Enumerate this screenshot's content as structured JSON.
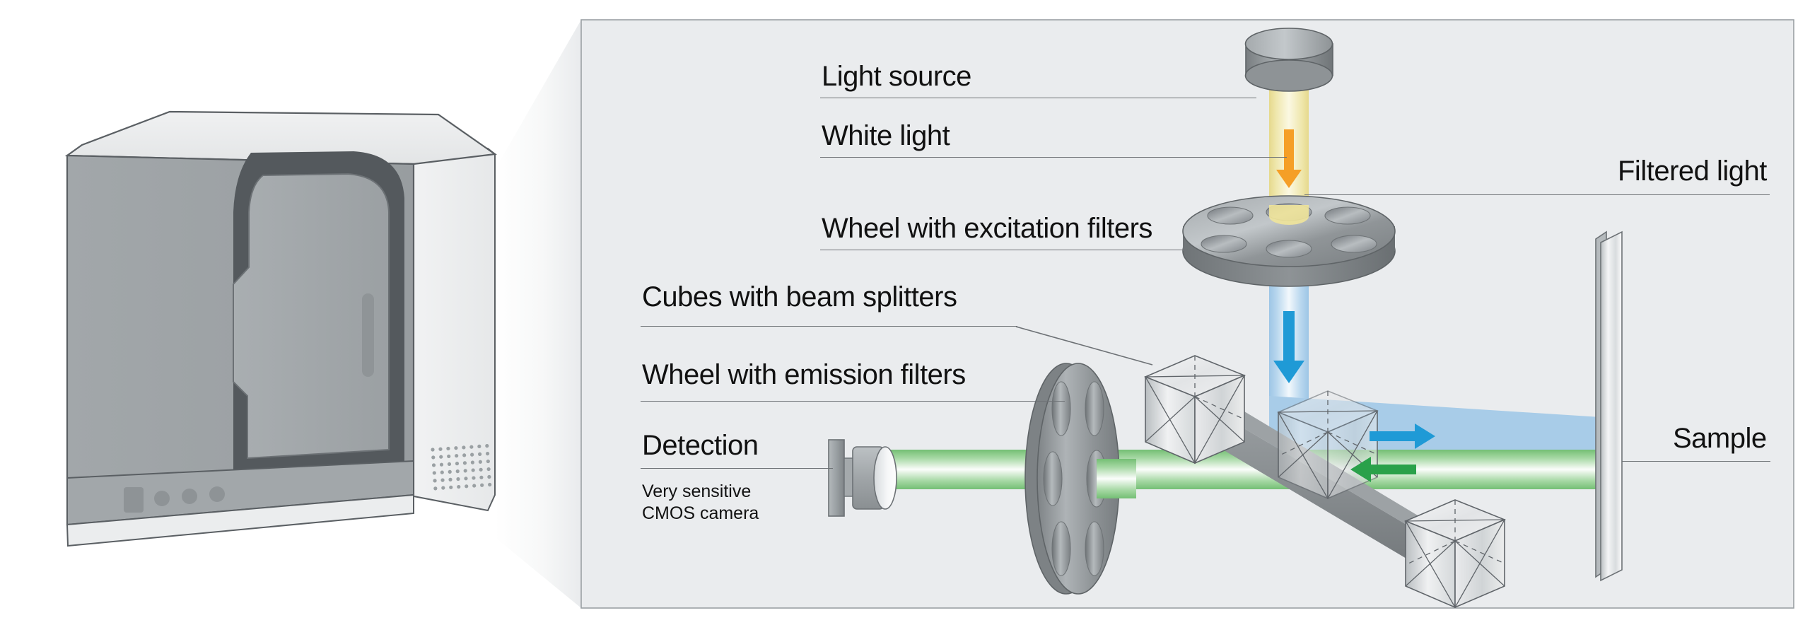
{
  "figure": {
    "type": "optical-path-diagram",
    "subject": "Benchtop fluorescence imaging system and its internal light path"
  },
  "panel": {
    "background": "#eaecee",
    "border_color": "#9aa0a4",
    "callout_shape": "wedge"
  },
  "instrument": {
    "name": "benchtop-fluorescence-imager",
    "body_color": "#9a9fa2",
    "door_color": "#a8adb0",
    "shadow_color": "#53585c",
    "indicators": [
      {
        "name": "power-button",
        "shape": "rounded-square"
      },
      {
        "name": "status-led-1",
        "shape": "circle"
      },
      {
        "name": "status-led-2",
        "shape": "circle"
      },
      {
        "name": "status-led-3",
        "shape": "circle"
      }
    ],
    "vent_grid": {
      "rows": 7,
      "cols": 11
    }
  },
  "labels": {
    "light_source": "Light source",
    "white_light": "White light",
    "excitation_wheel": "Wheel with excitation filters",
    "beam_splitters": "Cubes with beam splitters",
    "emission_wheel": "Wheel with emission filters",
    "detection": "Detection",
    "detection_note_line1": "Very sensitive",
    "detection_note_line2": "CMOS camera",
    "filtered_light": "Filtered light",
    "sample": "Sample"
  },
  "components": {
    "light_source": {
      "name": "lamp-housing",
      "shape": "cylinder",
      "color": "#8e9396"
    },
    "excitation_wheel": {
      "name": "excitation-filter-wheel",
      "orientation": "horizontal",
      "holes": 6,
      "color": "#8b9093"
    },
    "emission_wheel": {
      "name": "emission-filter-wheel",
      "orientation": "vertical",
      "holes": 6,
      "color": "#8b9093"
    },
    "beam_splitter_cubes": {
      "name": "beam-splitter-cube",
      "count": 3,
      "style": "isometric-glass"
    },
    "rail": {
      "name": "optical-rail",
      "color": "#8d9295"
    },
    "camera": {
      "name": "cmos-camera",
      "color": "#9ea3a6"
    },
    "sample": {
      "name": "sample-slide",
      "color": "#d8dbdd"
    }
  },
  "beams": [
    {
      "name": "white-light-beam",
      "color": "#efe49a",
      "core": "#fdfbe8",
      "direction": "down",
      "arrow_color": "#f59f27"
    },
    {
      "name": "filtered-excitation-beam",
      "color": "#a8cce8",
      "core": "#ffffff",
      "direction": "down",
      "arrow_color": "#1f9ad6"
    },
    {
      "name": "excitation-to-sample-beam",
      "color": "#a8cce8",
      "direction": "right",
      "arrow_color": "#1f9ad6"
    },
    {
      "name": "emission-return-beam",
      "color": "#8cc98a",
      "core": "#ffffff",
      "direction": "left",
      "arrow_color": "#2aa14a"
    }
  ],
  "colors": {
    "panel_bg": "#eaecee",
    "page_bg": "#ffffff",
    "text": "#111111",
    "rule": "#6e7276",
    "orange": "#f59f27",
    "blue": "#1f9ad6",
    "green": "#2aa14a",
    "yellow_beam": "#efe49a",
    "blue_beam": "#a8cce8",
    "green_beam": "#8cc98a",
    "metal_light": "#c3c8cb",
    "metal_mid": "#9a9fa2",
    "metal_dark": "#6b7073"
  }
}
